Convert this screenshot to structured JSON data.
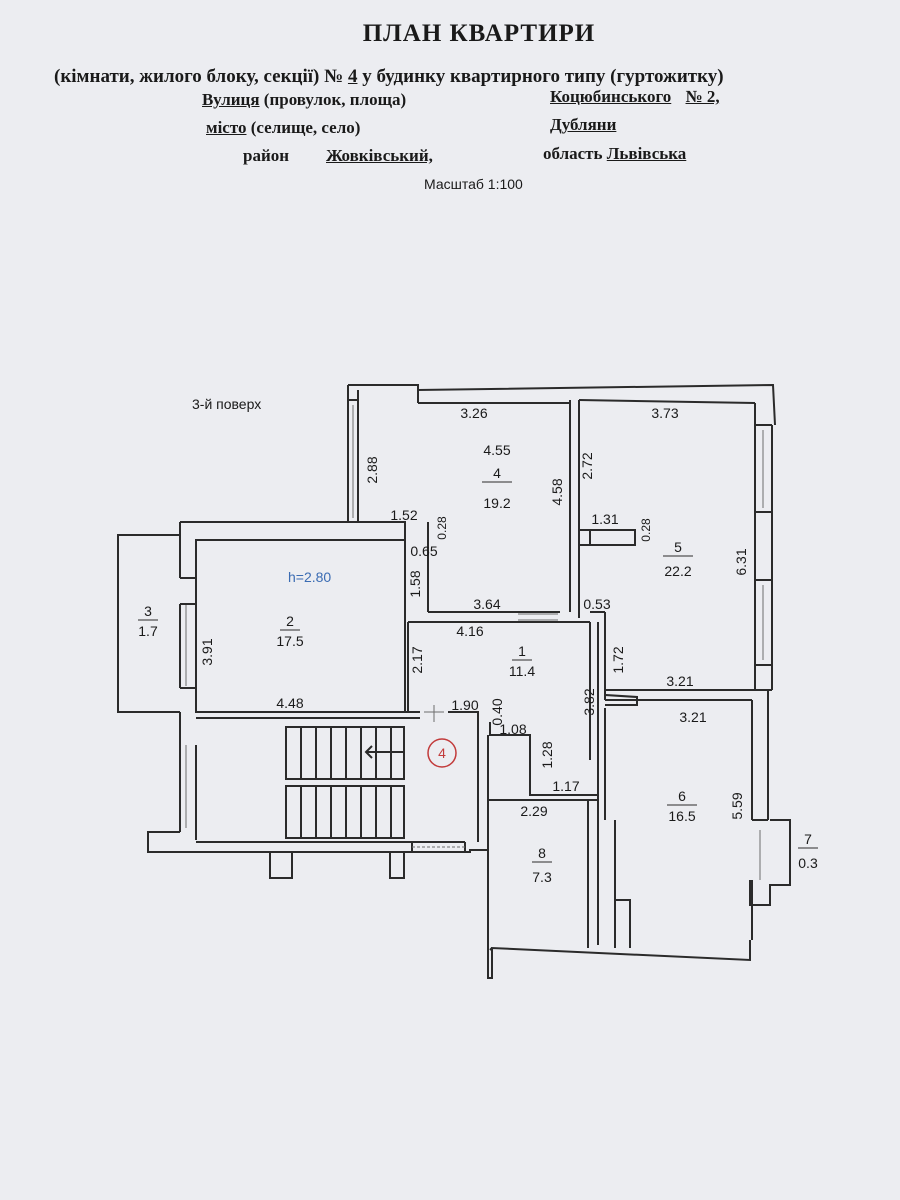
{
  "header": {
    "title": "ПЛАН КВАРТИРИ",
    "subtitle_prefix": "(кімнати, жилого блоку, секції) №",
    "number": "4",
    "subtitle_suffix": "у будинку квартирного типу (гуртожитку)",
    "street_label_u": "Вулиця",
    "street_label_rest": "(провулок, площа)",
    "street_value": "Коцюбинського",
    "house_number": "№ 2,",
    "city_label_u": "місто",
    "city_label_rest": "(селище, село)",
    "city_value": "Дубляни",
    "district_label": "район",
    "district_value": "Жовківський,",
    "region_label": "область",
    "region_value": "Львівська",
    "scale": "Масштаб 1:100"
  },
  "plan": {
    "floor_label": "3-й поверх",
    "ceiling_height": "h=2.80",
    "stair_mark": "4",
    "rooms": [
      {
        "num": "1",
        "area": "11.4"
      },
      {
        "num": "2",
        "area": "17.5"
      },
      {
        "num": "3",
        "area": "1.7"
      },
      {
        "num": "4",
        "area": "19.2"
      },
      {
        "num": "5",
        "area": "22.2"
      },
      {
        "num": "6",
        "area": "16.5"
      },
      {
        "num": "7",
        "area": "0.3"
      },
      {
        "num": "8",
        "area": "7.3"
      }
    ],
    "dims": [
      "3.26",
      "4.55",
      "2.88",
      "4.58",
      "1.52",
      "0.28",
      "0.65",
      "1.58",
      "3.64",
      "3.73",
      "2.72",
      "1.31",
      "0.28",
      "6.31",
      "0.53",
      "4.16",
      "1.72",
      "3.21",
      "3.91",
      "2.17",
      "4.48",
      "1.90",
      "0.40",
      "1.08",
      "1.28",
      "3.82",
      "1.17",
      "2.29",
      "3.21",
      "5.59"
    ]
  }
}
